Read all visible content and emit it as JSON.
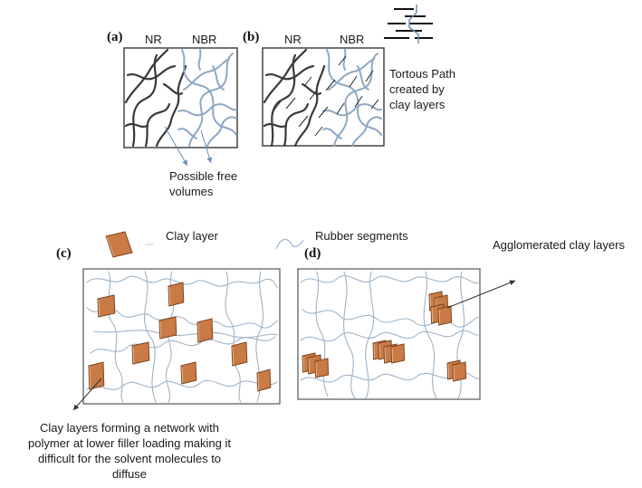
{
  "panels": {
    "a": "(a)",
    "b": "(b)",
    "c": "(c)",
    "d": "(d)"
  },
  "labels": {
    "nr": "NR",
    "nbr": "NBR",
    "free_volumes": [
      "Possible free",
      "volumes"
    ],
    "tortous_path": [
      "Tortous Path",
      "created by",
      "clay layers"
    ],
    "legend_clay": "Clay layer",
    "legend_rubber": "Rubber segments",
    "agglomerated": "Agglomerated clay layers",
    "network_caption": [
      "Clay layers  forming a network with",
      "polymer at lower  filler loading making it",
      "difficult for  the solvent molecules to",
      "diffuse"
    ]
  },
  "colors": {
    "nr_chain": "#3a3a3a",
    "nbr_chain": "#8ea8c4",
    "clay_fill": "#c97a45",
    "clay_edge": "#7a4520",
    "rubber_line": "#9fb4c8"
  }
}
